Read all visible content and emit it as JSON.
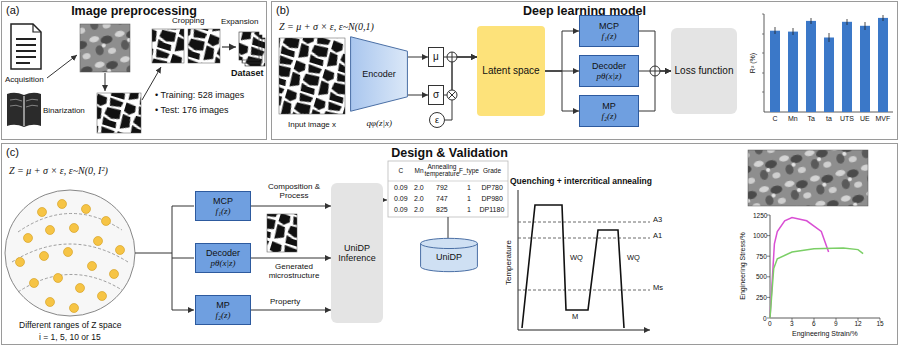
{
  "diagram": {
    "nodes": [
      {
        "text": [
          "(a)",
          "Image preprocessing"
        ]
      },
      {
        "text": [
          "(b)",
          "Deep learning model"
        ]
      },
      {
        "text": [
          "(c)",
          "Design & Validation"
        ]
      },
      {
        "text": [
          "Encoder"
        ],
        "in": 1
      },
      {
        "text": [
          "μ"
        ],
        "in": 1
      },
      {
        "text": [
          "σ"
        ],
        "in": 1
      },
      {
        "text": [
          "ε"
        ],
        "in": 1
      },
      {
        "text": [
          "Latent space"
        ],
        "in": 1
      },
      {
        "text": [
          "MCP",
          "f₁(z)"
        ],
        "in": 1
      },
      {
        "text": [
          "Decoder",
          "pθ(x|z)"
        ],
        "in": 1
      },
      {
        "text": [
          "MP",
          "f₂(z)"
        ],
        "in": 1
      },
      {
        "text": [
          "Loss function"
        ],
        "in": 1
      },
      {
        "text": [
          "MCP",
          "f₁(z)"
        ],
        "in": 2
      },
      {
        "text": [
          "Decoder",
          "pθ(x|z)"
        ],
        "in": 2
      },
      {
        "text": [
          "MP",
          "f₂(z)"
        ],
        "in": 2
      },
      {
        "text": [
          "UniDP Inference"
        ],
        "in": 2
      },
      {
        "text": [
          "UniDP"
        ],
        "in": 2
      }
    ],
    "edges": [
      {
        "from": 3,
        "to": 4,
        "arrow": "to"
      },
      {
        "from": 3,
        "to": 5,
        "arrow": "to"
      },
      {
        "from": 4,
        "to": 7,
        "arrow": "to"
      },
      {
        "from": 5,
        "to": 7,
        "arrow": "to"
      },
      {
        "from": 6,
        "to": 7,
        "arrow": "to"
      },
      {
        "from": 7,
        "to": 8,
        "arrow": "to"
      },
      {
        "from": 7,
        "to": 9,
        "arrow": "to"
      },
      {
        "from": 7,
        "to": 10,
        "arrow": "to"
      },
      {
        "from": 8,
        "to": 11,
        "arrow": "to"
      },
      {
        "from": 9,
        "to": 11,
        "arrow": "to"
      },
      {
        "from": 10,
        "to": 11,
        "arrow": "to"
      },
      {
        "from": 12,
        "to": 15,
        "arrow": "to"
      },
      {
        "from": 13,
        "to": 15,
        "arrow": "to"
      },
      {
        "from": 14,
        "to": 15,
        "arrow": "to"
      }
    ],
    "labels": [
      "Acquisition",
      "Binarization",
      "Cropping",
      "Expansion",
      "Dataset",
      "• Training: 528 images",
      "• Test: 176 images",
      "Z = μ + σ × ε, ε~N(0,1)",
      "Input image x",
      "qφ(z|x)",
      "R² (%)",
      "C",
      "Mn",
      "Ta",
      "ta",
      "UTS",
      "UE",
      "MVF",
      "Z = μ + σ × ε, ε~N(0, I²)",
      "Different ranges of Z space",
      "i = 1, 5, 10 or 15",
      "Composition & Process",
      "Generated microstructure",
      "Property",
      "C",
      "Mn",
      "Annealing temperature",
      "F_type",
      "Grade",
      "0.09",
      "2.0",
      "792",
      "1",
      "DP780",
      "0.09",
      "2.0",
      "747",
      "1",
      "DP980",
      "0.09",
      "2.0",
      "825",
      "1",
      "DP1180",
      "Quenching + intercritical annealing",
      "Temperature",
      "A3",
      "A1",
      "Ms",
      "WQ",
      "M",
      "WQ",
      "0",
      "250",
      "500",
      "750",
      "1000",
      "1250",
      "0",
      "3",
      "6",
      "9",
      "12",
      "15",
      "Engineering Stress/%",
      "Engineering Strain/%"
    ]
  }
}
